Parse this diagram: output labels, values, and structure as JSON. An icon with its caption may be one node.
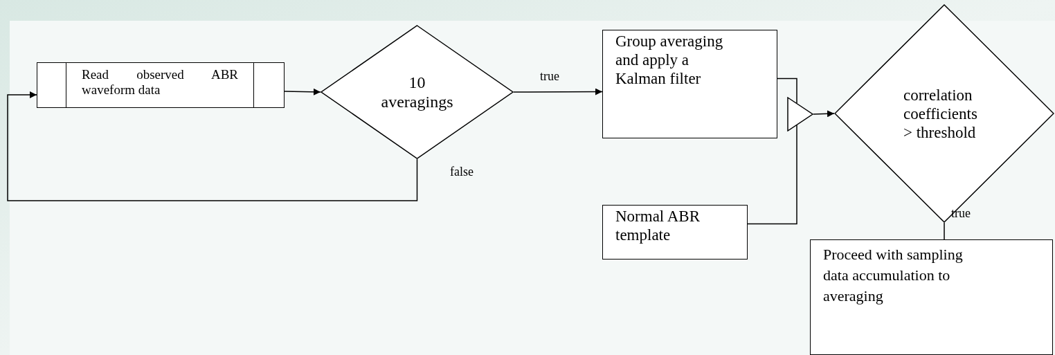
{
  "diagram": {
    "nodes": [
      {
        "text": [
          "Read observed ABR waveform data"
        ]
      },
      {
        "text": [
          "10 averagings"
        ]
      },
      {
        "text": [
          "Group averaging and apply a Kalman filter"
        ]
      },
      {
        "text": [],
        "shape": "triangle"
      },
      {
        "text": [
          "Normal ABR template"
        ]
      },
      {
        "text": [
          "correlation coefficients > threshold"
        ]
      },
      {
        "text": [
          "Proceed with sampling data accumulation to averaging"
        ]
      }
    ],
    "edges": [
      {
        "from": 0,
        "to": 1,
        "arrow": "to"
      },
      {
        "from": 1,
        "to": 2,
        "arrow": "to",
        "label": "true"
      },
      {
        "from": 1,
        "to": 0,
        "arrow": "to",
        "label": "false"
      },
      {
        "from": 2,
        "to": 3,
        "arrow": "none"
      },
      {
        "from": 4,
        "to": 3,
        "arrow": "none"
      },
      {
        "from": 3,
        "to": 5,
        "arrow": "to"
      },
      {
        "from": 5,
        "to": 6,
        "arrow": "none",
        "label": "true"
      }
    ]
  }
}
